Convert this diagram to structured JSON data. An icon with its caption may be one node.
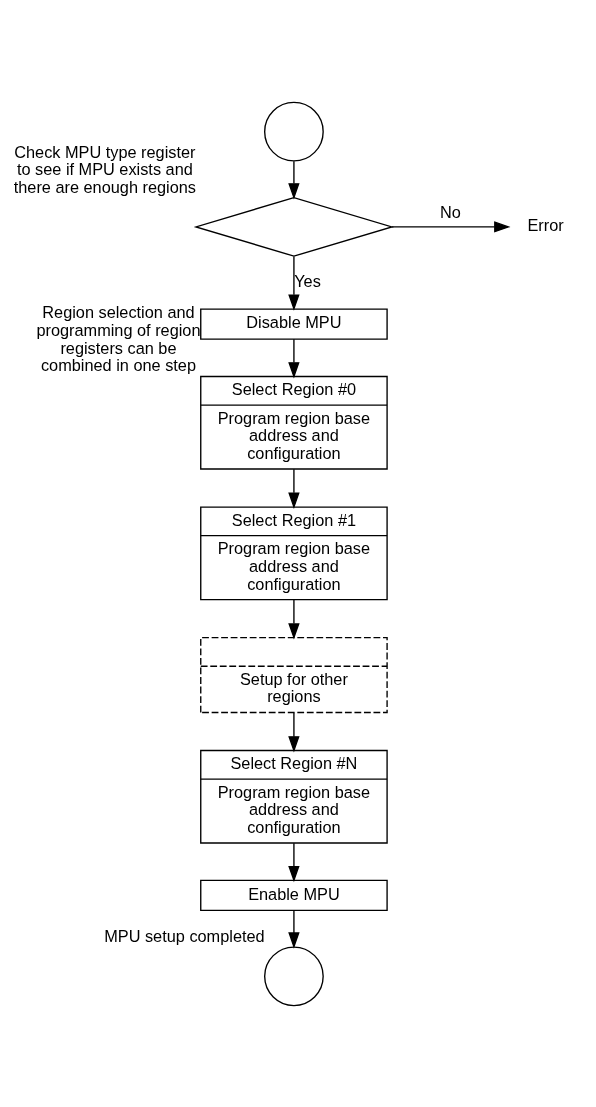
{
  "diagram": {
    "nodes": [
      {
        "text": [],
        "shape": "circle"
      },
      {
        "text": [],
        "shape": "diamond",
        "beside": [
          "Check MPU type register to see if MPU exists and there are enough regions"
        ]
      },
      {
        "text": [
          "Error"
        ]
      },
      {
        "text": [
          "Disable MPU"
        ]
      },
      {
        "text": [
          "Select Region #0",
          "Program region base address and configuration"
        ],
        "beside": [
          "Region selection and programming of region registers can be combined in one step"
        ]
      },
      {
        "text": [
          "Select Region #1",
          "Program region base address and configuration"
        ]
      },
      {
        "text": [
          "Setup for other regions"
        ]
      },
      {
        "text": [
          "Select Region #N",
          "Program region base address and configuration"
        ]
      },
      {
        "text": [
          "Enable MPU"
        ]
      },
      {
        "text": [],
        "shape": "circle",
        "beside": [
          "MPU setup completed"
        ]
      }
    ],
    "edges": [
      {
        "from": 0,
        "to": 1,
        "arrow": "to"
      },
      {
        "from": 1,
        "to": 2,
        "arrow": "to",
        "label": "No"
      },
      {
        "from": 1,
        "to": 3,
        "arrow": "to",
        "label": "Yes"
      },
      {
        "from": 3,
        "to": 4,
        "arrow": "to"
      },
      {
        "from": 4,
        "to": 5,
        "arrow": "to"
      },
      {
        "from": 5,
        "to": 6,
        "arrow": "to"
      },
      {
        "from": 6,
        "to": 7,
        "arrow": "to"
      },
      {
        "from": 7,
        "to": 8,
        "arrow": "to"
      },
      {
        "from": 8,
        "to": 9,
        "arrow": "to"
      }
    ]
  }
}
